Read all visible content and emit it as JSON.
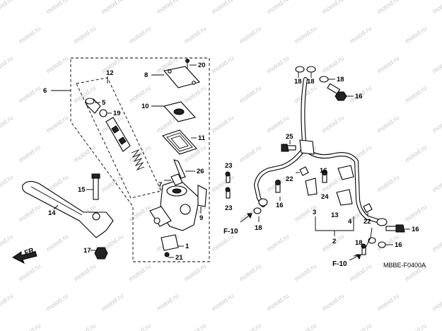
{
  "watermark_text": "motod.ru",
  "diagram_code": "MBBE-F0400A",
  "direction_label": "FR.",
  "callouts": [
    {
      "id": "c1",
      "label": "1"
    },
    {
      "id": "c2",
      "label": "2"
    },
    {
      "id": "c3",
      "label": "3"
    },
    {
      "id": "c4",
      "label": "4"
    },
    {
      "id": "c5",
      "label": "5"
    },
    {
      "id": "c6",
      "label": "6"
    },
    {
      "id": "c7",
      "label": "7"
    },
    {
      "id": "c8",
      "label": "8"
    },
    {
      "id": "c9",
      "label": "9"
    },
    {
      "id": "c10",
      "label": "10"
    },
    {
      "id": "c11",
      "label": "11"
    },
    {
      "id": "c12",
      "label": "12"
    },
    {
      "id": "c13",
      "label": "13"
    },
    {
      "id": "c14",
      "label": "14"
    },
    {
      "id": "c15",
      "label": "15"
    },
    {
      "id": "c16a",
      "label": "16"
    },
    {
      "id": "c16b",
      "label": "16"
    },
    {
      "id": "c16c",
      "label": "16"
    },
    {
      "id": "c16d",
      "label": "16"
    },
    {
      "id": "c16e",
      "label": "16"
    },
    {
      "id": "c17",
      "label": "17"
    },
    {
      "id": "c18a",
      "label": "18"
    },
    {
      "id": "c18b",
      "label": "18"
    },
    {
      "id": "c18c",
      "label": "18"
    },
    {
      "id": "c18d",
      "label": "18"
    },
    {
      "id": "c18e",
      "label": "18"
    },
    {
      "id": "c19",
      "label": "19"
    },
    {
      "id": "c20",
      "label": "20"
    },
    {
      "id": "c21",
      "label": "21"
    },
    {
      "id": "c22a",
      "label": "22"
    },
    {
      "id": "c22b",
      "label": "22"
    },
    {
      "id": "c23a",
      "label": "23"
    },
    {
      "id": "c23b",
      "label": "23"
    },
    {
      "id": "c24",
      "label": "24"
    },
    {
      "id": "c25",
      "label": "25"
    },
    {
      "id": "c26",
      "label": "26"
    }
  ],
  "references": [
    {
      "id": "r1",
      "label": "F-10"
    },
    {
      "id": "r2",
      "label": "F-10"
    }
  ]
}
